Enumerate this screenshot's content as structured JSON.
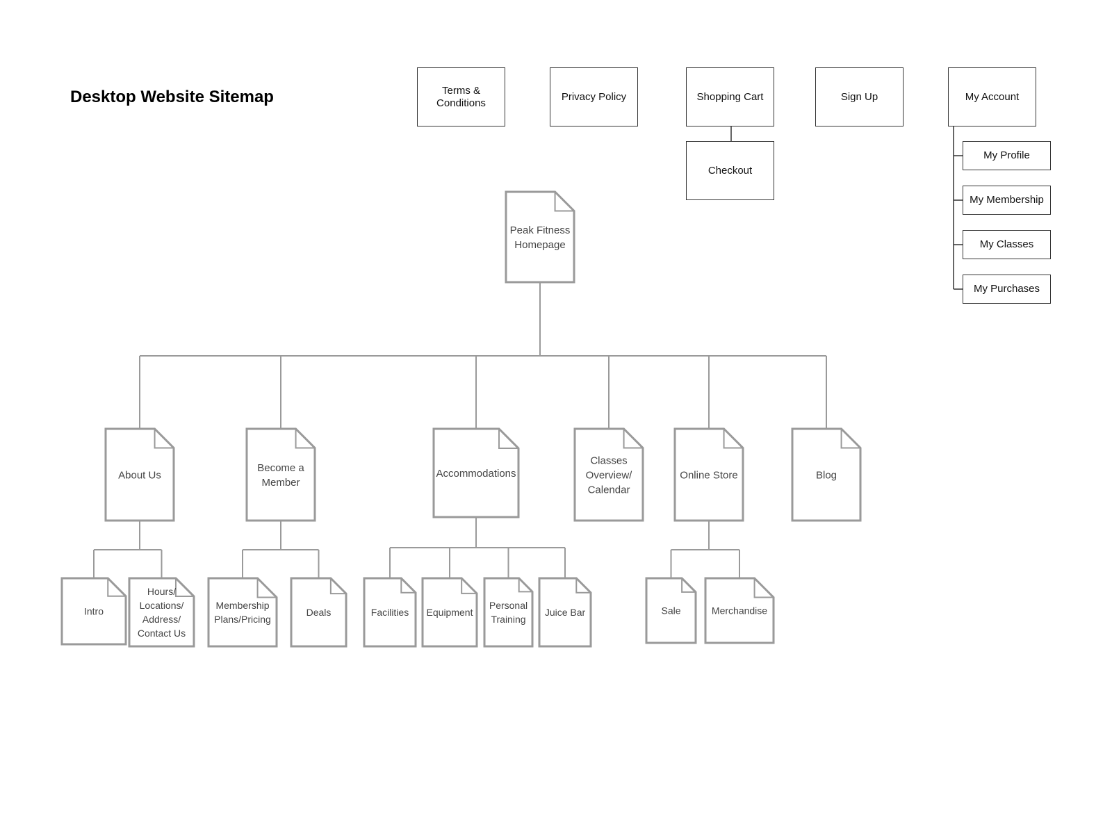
{
  "title": "Desktop Website Sitemap",
  "colors": {
    "page_stroke": "#9a9a9a",
    "box_stroke": "#333333",
    "text": "#111111"
  },
  "utility": {
    "terms": [
      "Terms &",
      "Conditions"
    ],
    "privacy": "Privacy Policy",
    "cart": "Shopping Cart",
    "checkout": "Checkout",
    "signup": "Sign Up",
    "account": "My Account",
    "account_items": [
      "My Profile",
      "My Membership",
      "My Classes",
      "My Purchases"
    ]
  },
  "homepage": [
    "Peak Fitness",
    "Homepage"
  ],
  "sections": [
    {
      "key": "about",
      "label": [
        "About Us"
      ],
      "children": [
        [
          "Intro"
        ],
        [
          "Hours/",
          "Locations/",
          "Address/",
          "Contact Us"
        ]
      ]
    },
    {
      "key": "become",
      "label": [
        "Become a",
        "Member"
      ],
      "children": [
        [
          "Membership",
          "Plans/Pricing"
        ],
        [
          "Deals"
        ]
      ]
    },
    {
      "key": "accommodations",
      "label": [
        "Accommodations"
      ],
      "children": [
        [
          "Facilities"
        ],
        [
          "Equipment"
        ],
        [
          "Personal",
          "Training"
        ],
        [
          "Juice Bar"
        ]
      ]
    },
    {
      "key": "classes",
      "label": [
        "Classes",
        "Overview/",
        "Calendar"
      ],
      "children": []
    },
    {
      "key": "store",
      "label": [
        "Online Store"
      ],
      "children": [
        [
          "Sale"
        ],
        [
          "Merchandise"
        ]
      ]
    },
    {
      "key": "blog",
      "label": [
        "Blog"
      ],
      "children": []
    }
  ]
}
